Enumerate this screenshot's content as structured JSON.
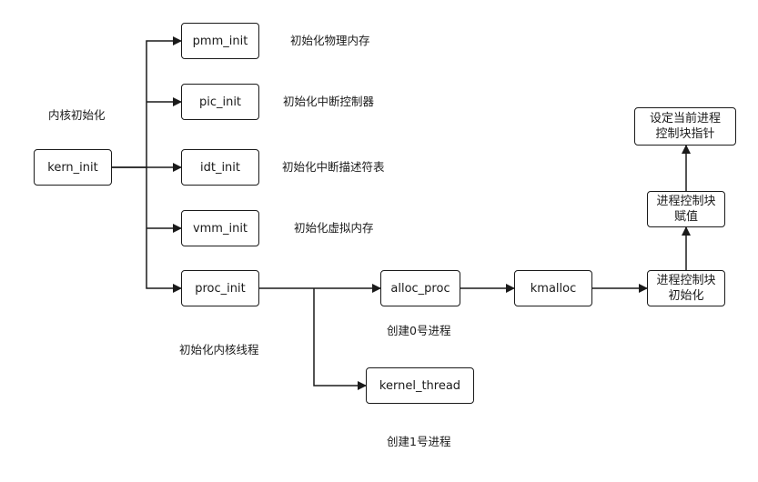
{
  "diagram": {
    "nodes": {
      "kern_init": "kern_init",
      "pmm_init": "pmm_init",
      "pic_init": "pic_init",
      "idt_init": "idt_init",
      "vmm_init": "vmm_init",
      "proc_init": "proc_init",
      "alloc_proc": "alloc_proc",
      "kmalloc": "kmalloc",
      "kernel_thread": "kernel_thread",
      "proc_struct_init": "进程控制块\n初始化",
      "proc_struct_assign": "进程控制块\n赋值",
      "set_current": "设定当前进程\n控制块指针"
    },
    "notes": {
      "kernel_init": "内核初始化",
      "pmm": "初始化物理内存",
      "pic": "初始化中断控制器",
      "idt": "初始化中断描述符表",
      "vmm": "初始化虚拟内存",
      "proc": "初始化内核线程",
      "proc0": "创建0号进程",
      "proc1": "创建1号进程"
    },
    "edges": [
      {
        "from": "kern_init",
        "to": "pmm_init"
      },
      {
        "from": "kern_init",
        "to": "pic_init"
      },
      {
        "from": "kern_init",
        "to": "idt_init"
      },
      {
        "from": "kern_init",
        "to": "vmm_init"
      },
      {
        "from": "kern_init",
        "to": "proc_init"
      },
      {
        "from": "proc_init",
        "to": "alloc_proc"
      },
      {
        "from": "proc_init",
        "to": "kernel_thread"
      },
      {
        "from": "alloc_proc",
        "to": "kmalloc"
      },
      {
        "from": "kmalloc",
        "to": "proc_struct_init"
      },
      {
        "from": "proc_struct_init",
        "to": "proc_struct_assign"
      },
      {
        "from": "proc_struct_assign",
        "to": "set_current"
      }
    ]
  }
}
